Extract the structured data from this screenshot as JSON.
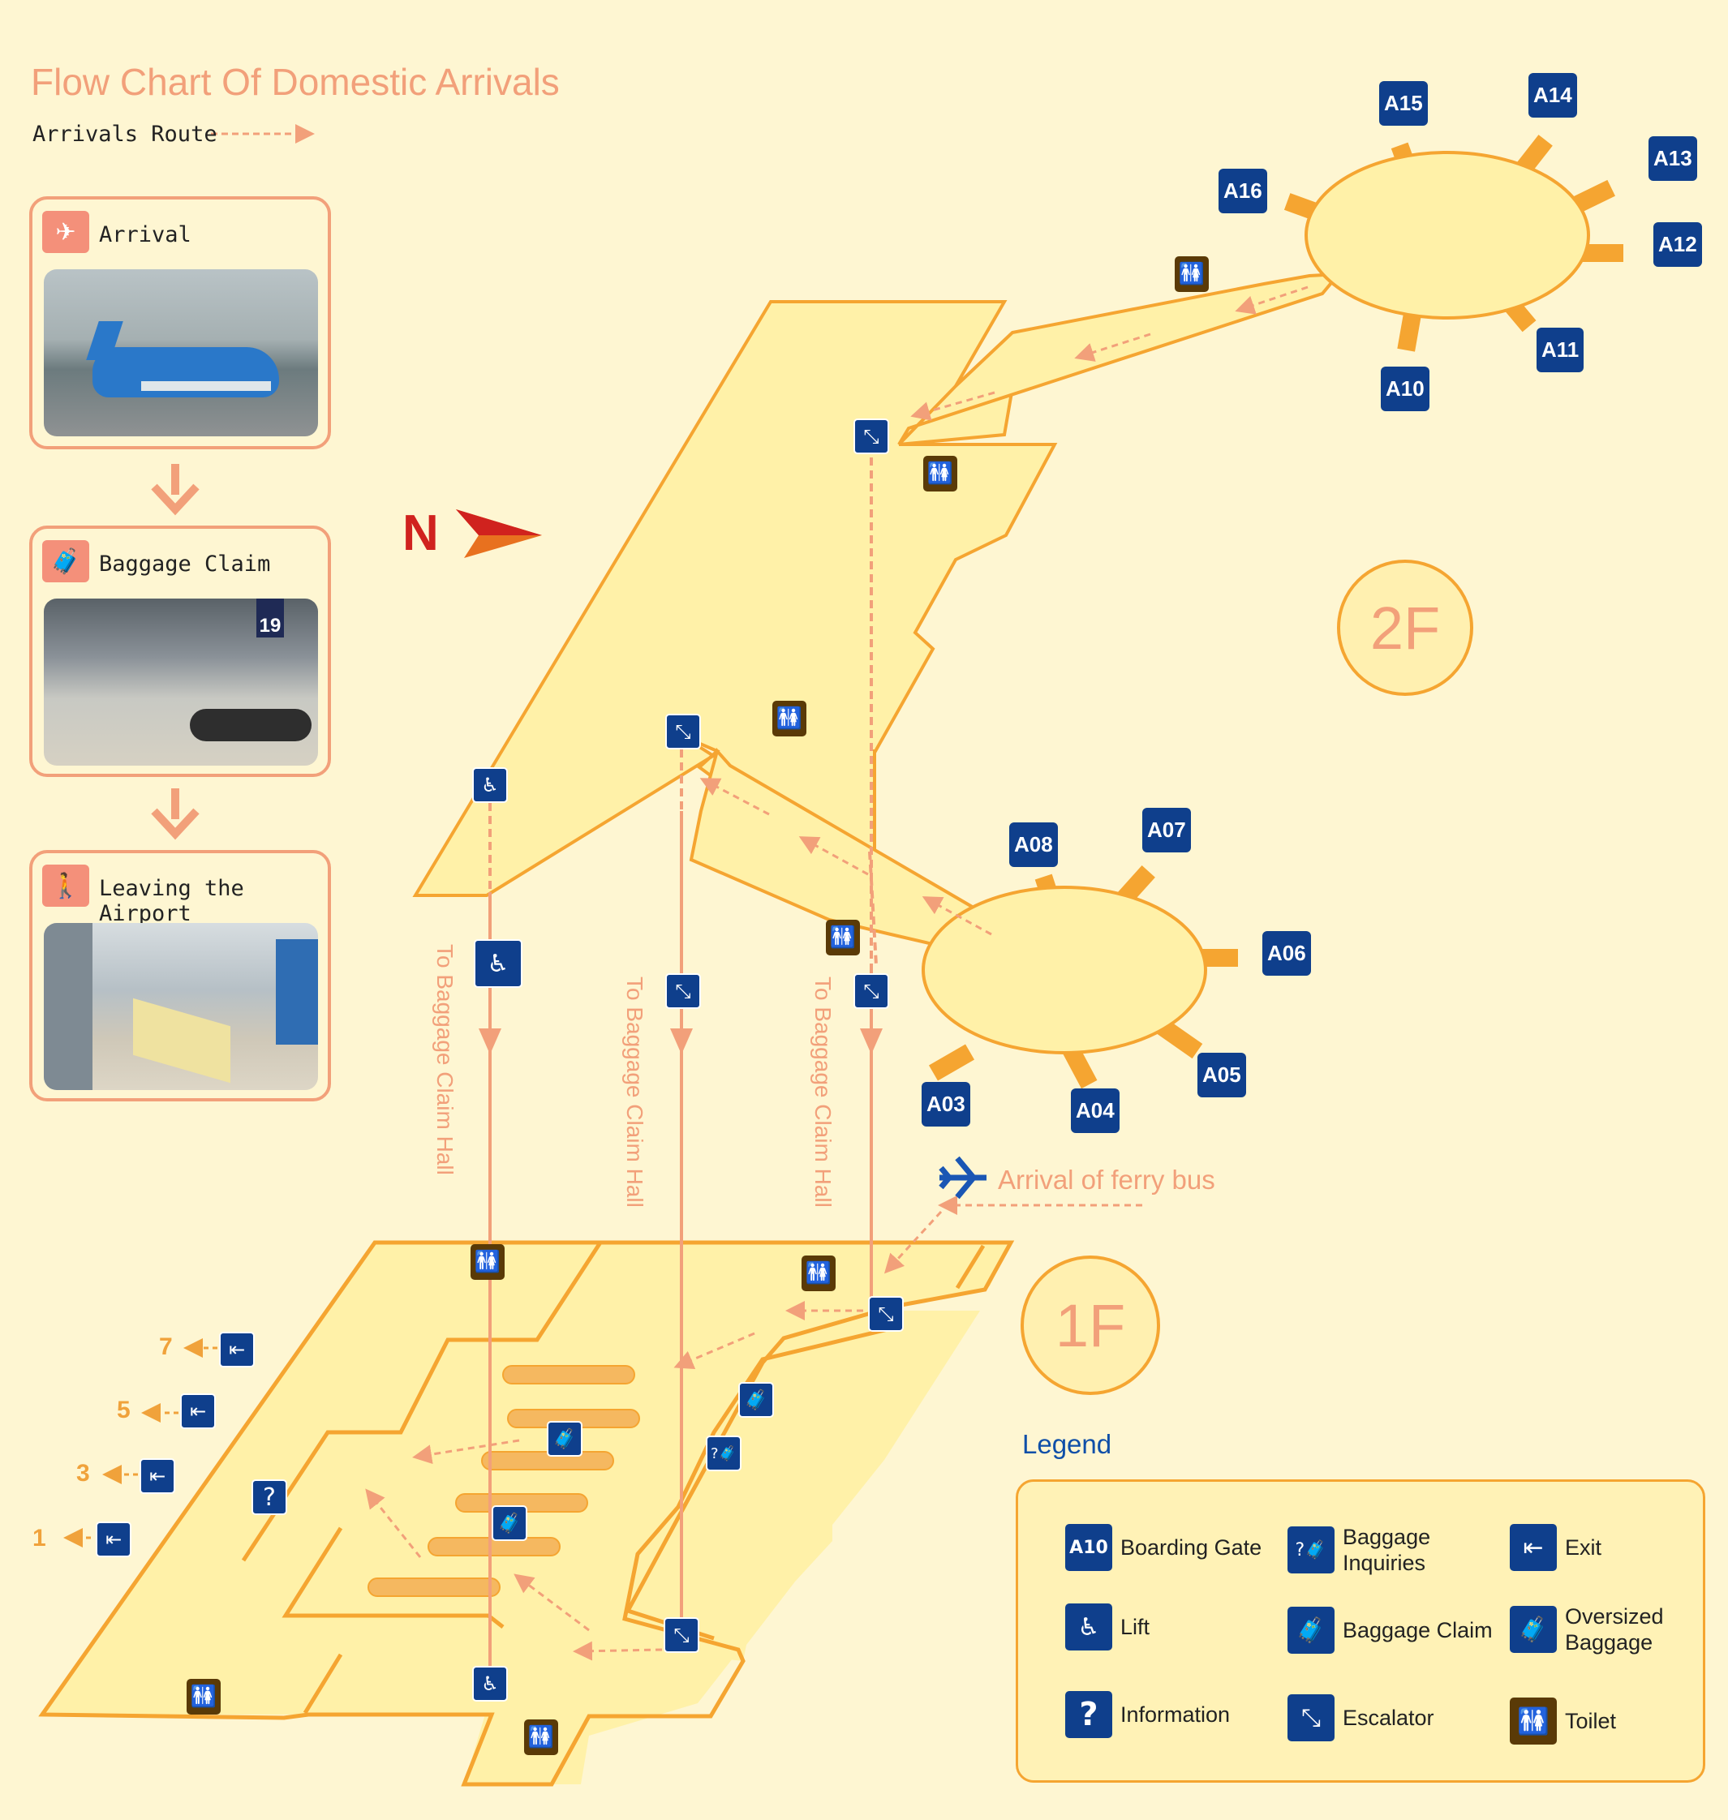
{
  "title": "Flow Chart Of Domestic Arrivals",
  "route_key": "Arrivals Route",
  "steps": [
    {
      "label": "Arrival",
      "icon": "plane-landing-icon"
    },
    {
      "label": "Baggage Claim",
      "icon": "baggage-claim-icon"
    },
    {
      "label": "Leaving the Airport",
      "icon": "walking-people-icon"
    }
  ],
  "photo2_badge": "19",
  "north": "N",
  "floors": {
    "upper": "2F",
    "lower": "1F"
  },
  "gates": [
    "A15",
    "A14",
    "A13",
    "A12",
    "A11",
    "A10",
    "A16",
    "A08",
    "A07",
    "A06",
    "A05",
    "A04",
    "A03"
  ],
  "to_baggage": "To Baggage Claim Hall",
  "ferry": "Arrival of ferry bus",
  "exits": [
    "7",
    "5",
    "3",
    "1"
  ],
  "legend": {
    "title": "Legend",
    "boarding_gate_sample": "A10",
    "items": [
      "Boarding Gate",
      "Baggage Inquiries",
      "Exit",
      "Lift",
      "Baggage Claim",
      "Oversized Baggage",
      "Information",
      "Escalator",
      "Toilet"
    ],
    "baggage_inquiries_1": "Baggage",
    "baggage_inquiries_2": "Inquiries",
    "oversized_1": "Oversized",
    "oversized_2": "Baggage"
  },
  "colors": {
    "floor_fill": "#fff1a8",
    "floor_stroke": "#f5a531",
    "route": "#f2a07a",
    "symbol": "#0f3f8c",
    "background": "#fef6d2"
  }
}
